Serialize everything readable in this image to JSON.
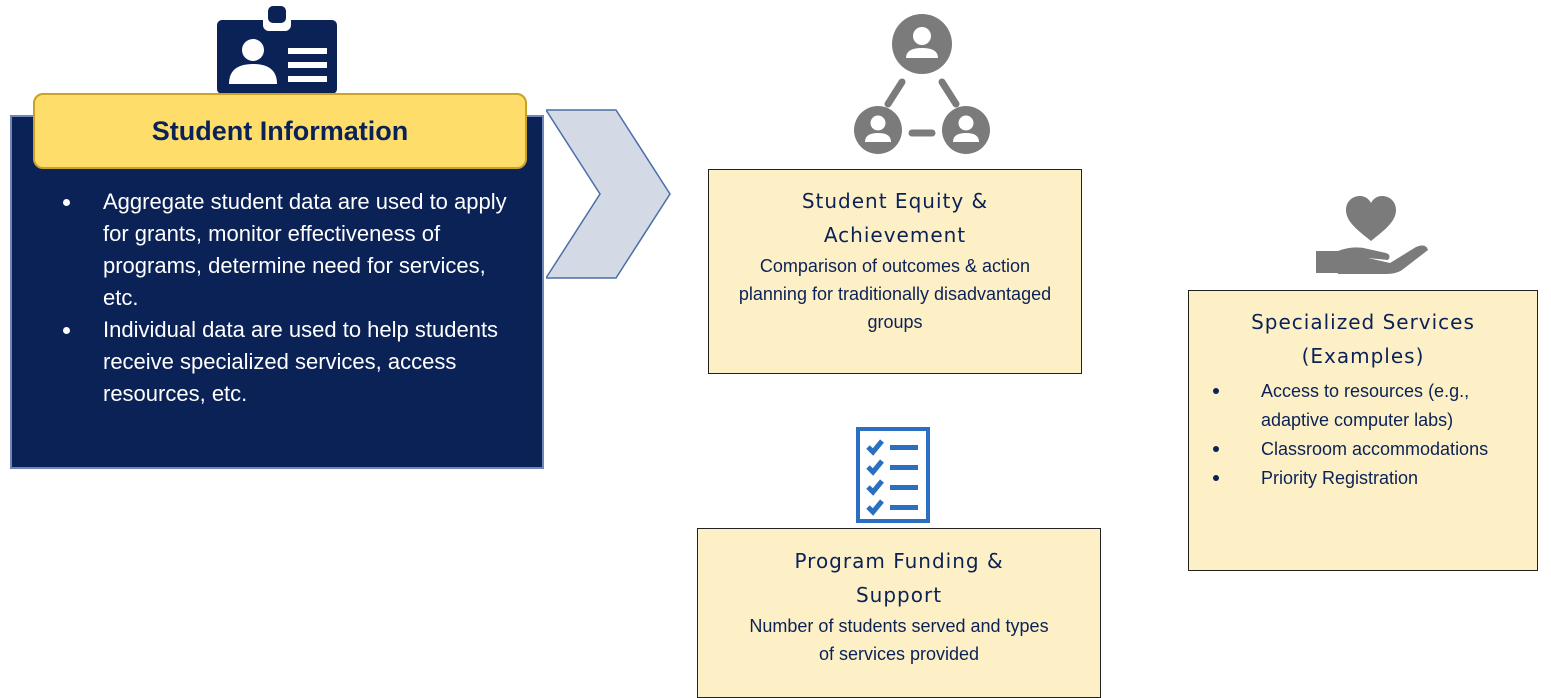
{
  "student_info": {
    "title": "Student Information",
    "bullets": [
      "Aggregate student data are used to apply for grants, monitor effectiveness of programs, determine need for services, etc.",
      "Individual data are used to help students receive specialized services, access resources, etc."
    ],
    "icon": "id-badge-icon"
  },
  "equity": {
    "title": "Student Equity & Achievement",
    "description": "Comparison of outcomes & action planning for traditionally disadvantaged groups",
    "icon": "people-network-icon"
  },
  "funding": {
    "title": "Program Funding & Support",
    "description": "Number of students served and types of services provided",
    "icon": "checklist-icon"
  },
  "services": {
    "title": "Specialized Services (Examples)",
    "items": [
      "Access to resources (e.g., adaptive computer labs)",
      "Classroom accommodations",
      "Priority Registration"
    ],
    "icon": "heart-in-hand-icon"
  },
  "colors": {
    "navy": "#0b2257",
    "header_yellow": "#fedd6a",
    "box_cream": "#fdf0c6",
    "icon_gray": "#7b7b7b",
    "chevron_fill": "#d3dae6",
    "checklist_blue": "#2a6fc0"
  }
}
